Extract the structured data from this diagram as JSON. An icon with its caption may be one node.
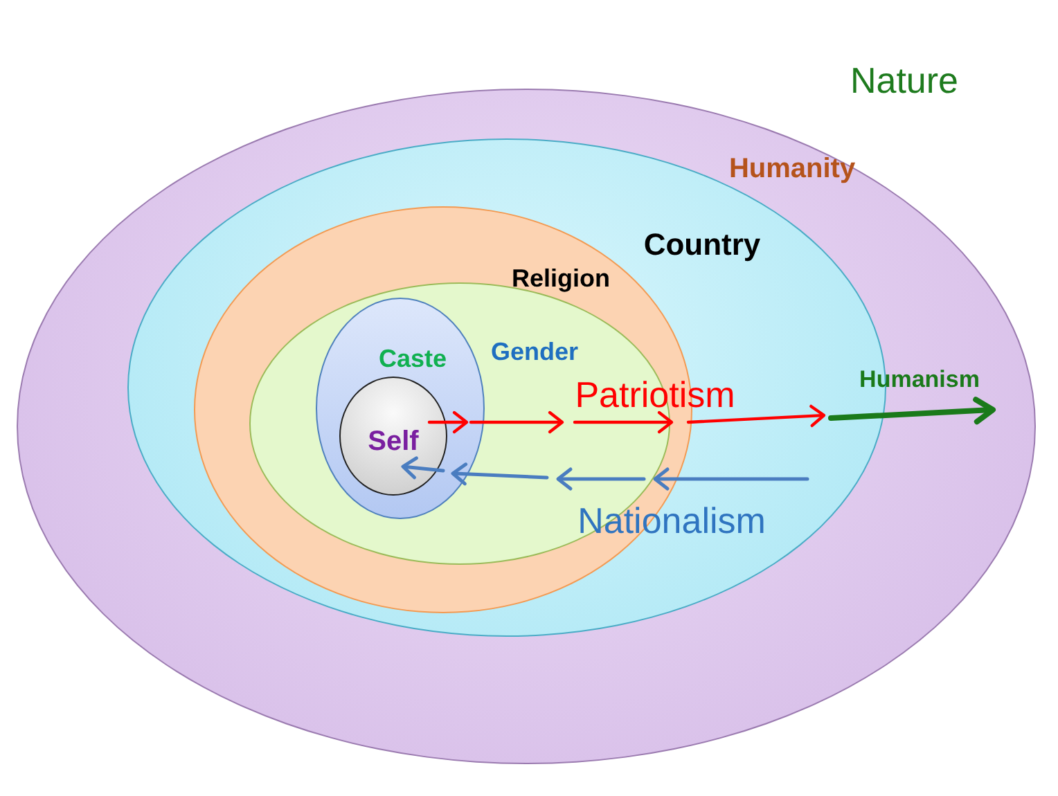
{
  "diagram": {
    "nodes": [
      {
        "text": [
          "Nature"
        ]
      },
      {
        "text": [
          "Humanity",
          "Country"
        ],
        "in": 0
      },
      {
        "text": [
          "Religion"
        ],
        "in": 1
      },
      {
        "text": [
          "Gender"
        ],
        "in": 2
      },
      {
        "text": [
          "Caste"
        ],
        "in": 3
      },
      {
        "text": [
          "Self"
        ],
        "in": 4
      }
    ],
    "labels": [
      "Patriotism",
      "Humanism",
      "Nationalism"
    ]
  }
}
